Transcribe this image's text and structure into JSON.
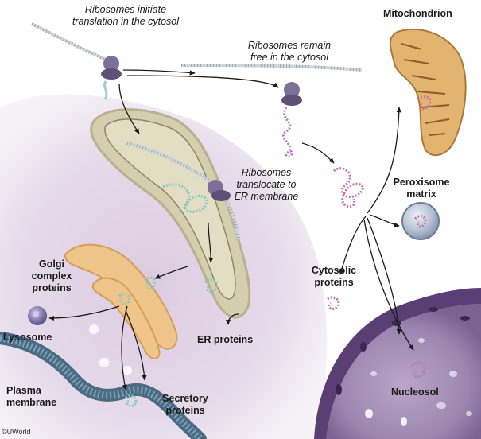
{
  "labels": {
    "initiate": "Ribosomes initiate translation in the cytosol",
    "remain_free": "Ribosomes remain free in the cytosol",
    "translocate": "Ribosomes translocate to ER membrane",
    "mitochondrion": "Mitochondrion",
    "peroxisome": "Peroxisome matrix",
    "cytosolic": "Cytosolic proteins",
    "golgi": "Golgi complex proteins",
    "lysosome": "Lysosome",
    "er_proteins": "ER proteins",
    "plasma_membrane": "Plasma membrane",
    "secretory": "Secretory proteins",
    "nucleosol": "Nucleosol"
  },
  "copyright": "©UWorld",
  "colors": {
    "cell_bg": "#e4d6e6",
    "er": "#d8d2b4",
    "golgi": "#efc58d",
    "mito": "#e3b470",
    "nucleus": "#5f4478",
    "ribosome": "#7d6f98",
    "protein_pink": "#c571b8",
    "protein_teal": "#7fc7c4",
    "membrane": "#4a6b82"
  }
}
